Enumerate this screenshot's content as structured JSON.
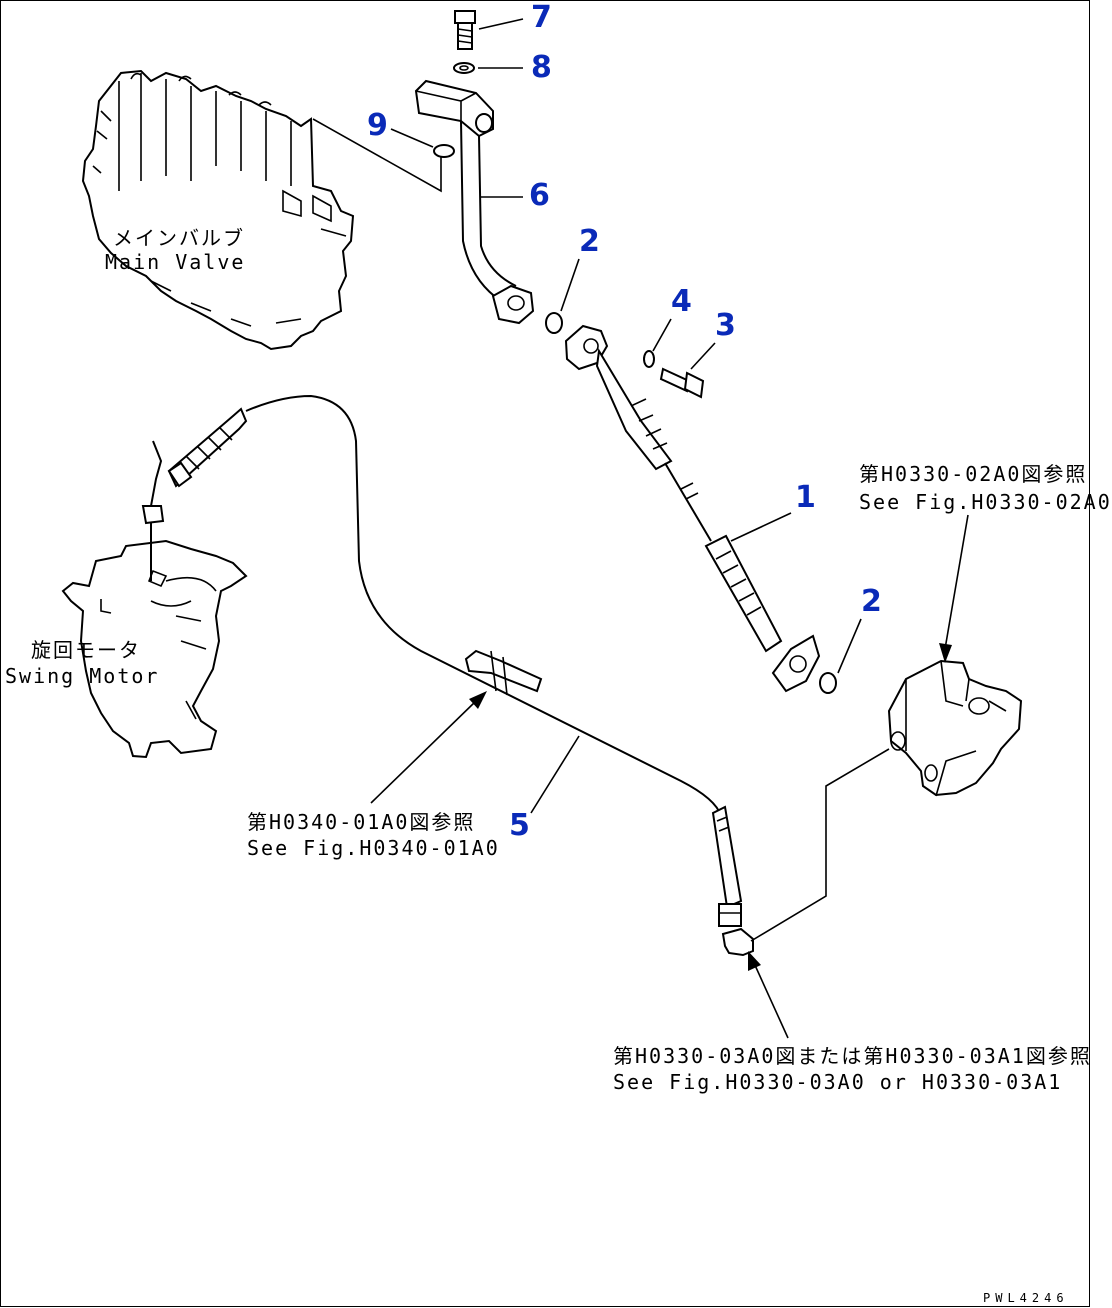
{
  "drawing_code": "PWL4246",
  "callout_color": "#0a2ab8",
  "callouts": [
    "1",
    "2",
    "2",
    "3",
    "4",
    "5",
    "6",
    "7",
    "8",
    "9"
  ],
  "labels": {
    "main_valve_jp": "メインバルブ",
    "main_valve_en": "Main Valve",
    "swing_motor_jp": "旋回モータ",
    "swing_motor_en": "Swing Motor",
    "ref_h0330_02a0_jp": "第H0330-02A0図参照",
    "ref_h0330_02a0_en": "See Fig.H0330-02A0",
    "ref_h0340_01a0_jp": "第H0340-01A0図参照",
    "ref_h0340_01a0_en": "See Fig.H0340-01A0",
    "ref_h0330_03_jp": "第H0330-03A0図または第H0330-03A1図参照",
    "ref_h0330_03_en": "See Fig.H0330-03A0 or H0330-03A1"
  }
}
